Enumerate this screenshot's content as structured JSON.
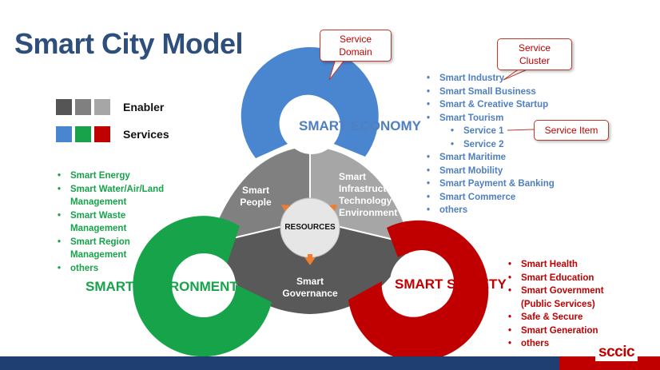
{
  "title": "Smart City Model",
  "legend": {
    "enabler_label": "Enabler",
    "services_label": "Services",
    "enabler_colors": [
      "#555555",
      "#808080",
      "#a6a6a6"
    ],
    "services_colors": [
      "#4a86d0",
      "#16a34a",
      "#c00000"
    ]
  },
  "center": {
    "label": "RESOURCES"
  },
  "segments": {
    "people": "Smart People",
    "infrastructure": "Smart Infrastructure, Technology & Environment",
    "governance": "Smart Governance"
  },
  "domains": {
    "economy": "SMART ECONOMY",
    "environment": "SMART ENVIRONMENT",
    "society": "SMART SOCIETY"
  },
  "callouts": {
    "service_domain": "Service Domain",
    "service_cluster": "Service Cluster",
    "service_item": "Service Item"
  },
  "economy_items": [
    {
      "label": "Smart Industry",
      "level": 1
    },
    {
      "label": "Smart Small Business",
      "level": 1
    },
    {
      "label": "Smart & Creative Startup",
      "level": 1
    },
    {
      "label": "Smart Tourism",
      "level": 1
    },
    {
      "label": "Service 1",
      "level": 2
    },
    {
      "label": "Service 2",
      "level": 2
    },
    {
      "label": "Smart Maritime",
      "level": 1
    },
    {
      "label": "Smart Mobility",
      "level": 1
    },
    {
      "label": "Smart Payment & Banking",
      "level": 1
    },
    {
      "label": "Smart Commerce",
      "level": 1
    },
    {
      "label": "others",
      "level": 1
    }
  ],
  "environment_items": [
    "Smart Energy",
    "Smart Water/Air/Land Management",
    "Smart Waste Management",
    "Smart Region Management",
    "others"
  ],
  "society_items": [
    "Smart Health",
    "Smart Education",
    "Smart Government (Public Services)",
    "Safe & Secure",
    "Smart Generation",
    "others"
  ],
  "logo": "sccic"
}
